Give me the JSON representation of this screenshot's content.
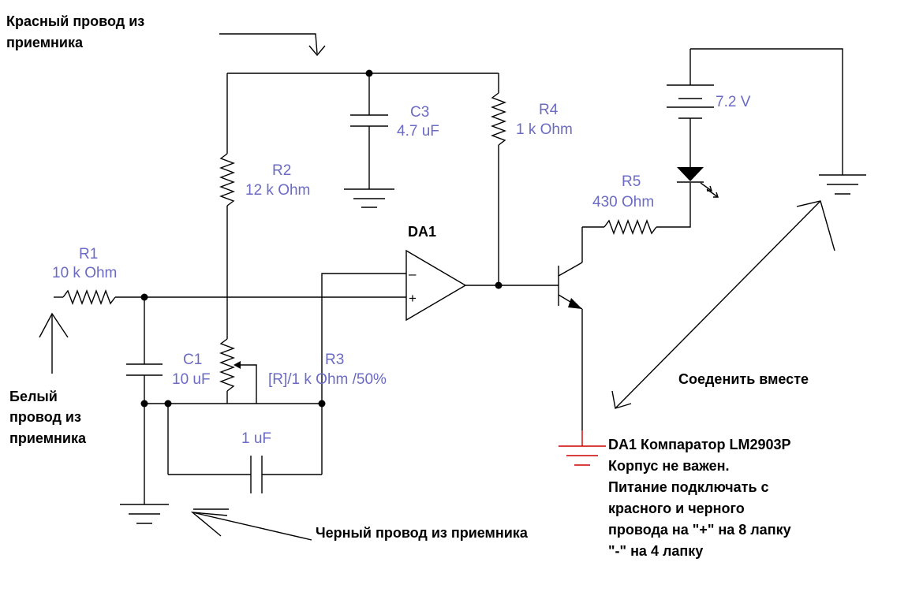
{
  "notes": {
    "red_wire": [
      "Красный провод из",
      "приемника"
    ],
    "white_wire": [
      "Белый",
      "провод из",
      "приемника"
    ],
    "black_wire": "Черный провод из приемника",
    "connect": "Соеденить вместе",
    "info": [
      "DA1 Компаратор  LM2903P",
      "Корпус не важен.",
      "Питание подключать с",
      "красного и черного",
      "провода на \"+\" на 8 лапку",
      "\"-\" на 4 лапку"
    ]
  },
  "components": {
    "r1": {
      "name": "R1",
      "value": "10 k Ohm"
    },
    "r2": {
      "name": "R2",
      "value": "12 k Ohm"
    },
    "r3": {
      "name": "R3",
      "value": "[R]/1 k Ohm /50%"
    },
    "r4": {
      "name": "R4",
      "value": "1 k Ohm"
    },
    "r5": {
      "name": "R5",
      "value": "430  Ohm"
    },
    "c1": {
      "name": "C1",
      "value": "10 uF"
    },
    "c2": {
      "value": "1 uF"
    },
    "c3": {
      "name": "C3",
      "value": "4.7 uF"
    },
    "battery": {
      "value": "7.2 V"
    },
    "opamp": {
      "name": "DA1",
      "minus": "–",
      "plus": "+"
    }
  },
  "colors": {
    "label": "#6b6bc4",
    "wire": "#000000",
    "ground_red": "#cc0000"
  }
}
